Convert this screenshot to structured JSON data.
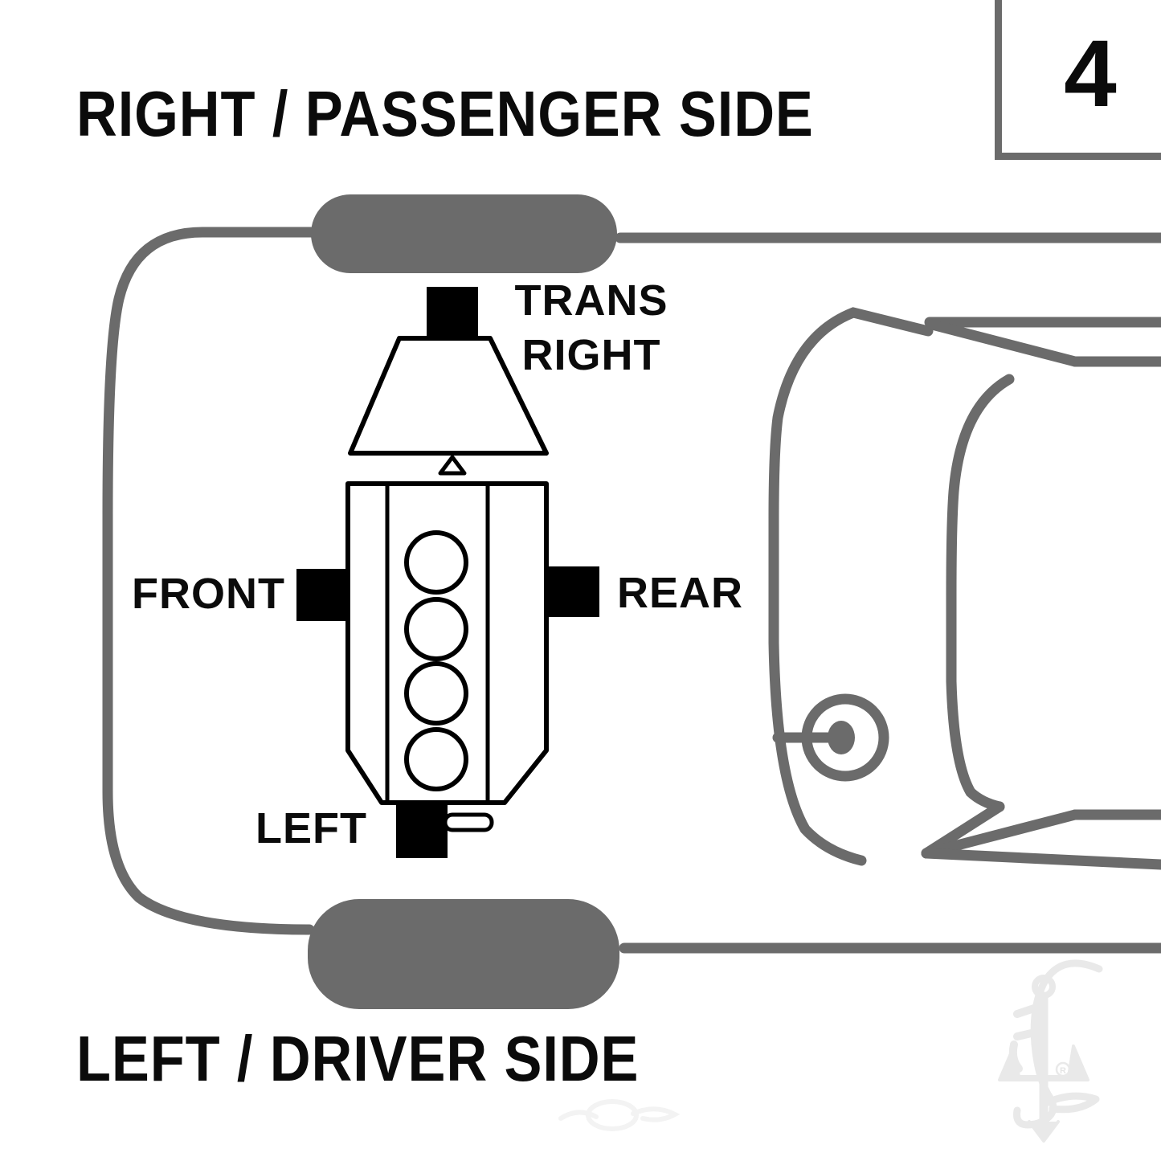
{
  "header": {
    "top_title": "RIGHT / PASSENGER SIDE",
    "bottom_title": "LEFT / DRIVER SIDE",
    "figure_number": "4"
  },
  "diagram": {
    "mount_labels": {
      "trans_line1": "TRANS",
      "trans_line2": "RIGHT",
      "front": "FRONT",
      "rear": "REAR",
      "left": "LEFT"
    },
    "colors": {
      "car_outline_gray": "#6b6b6b",
      "engine_outline_black": "#000000",
      "mount_fill_black": "#000000",
      "watermark_gray": "#e9e9e9"
    }
  }
}
